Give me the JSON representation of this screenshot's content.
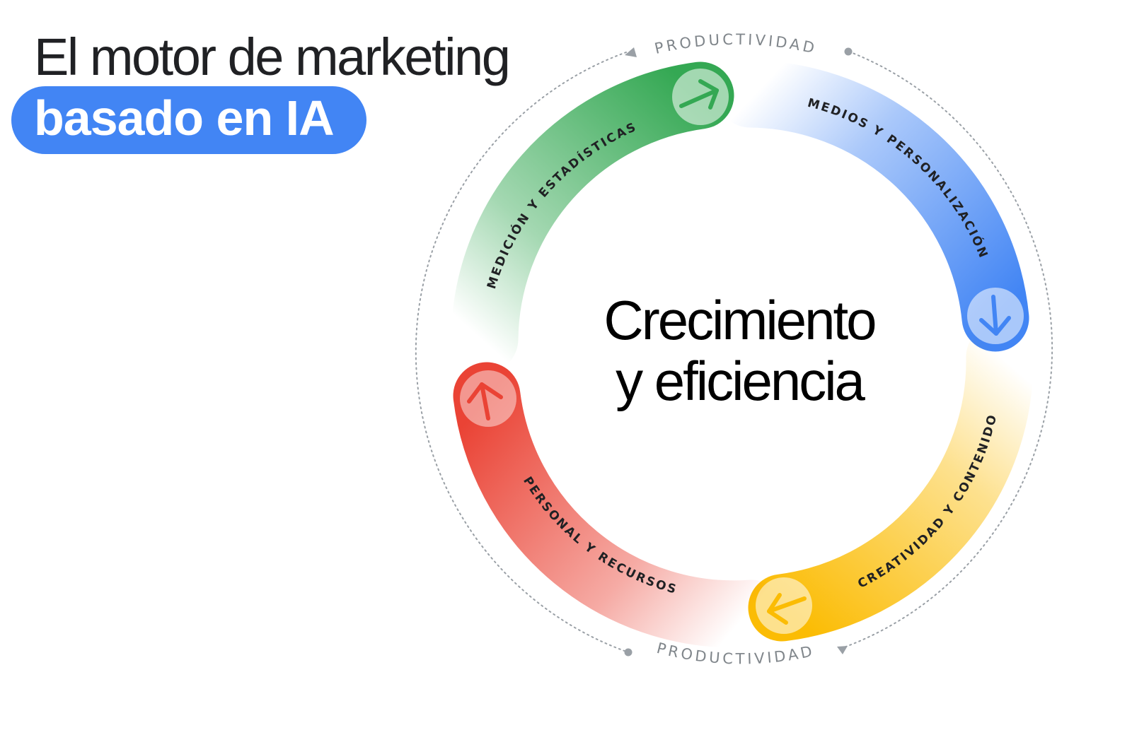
{
  "title": {
    "line1": "El motor de marketing",
    "line2": "basado en IA"
  },
  "center": {
    "line1": "Crecimiento",
    "line2": "y eficiencia"
  },
  "outer_labels": {
    "top": "PRODUCTIVIDAD",
    "bottom": "PRODUCTIVIDAD"
  },
  "segments": [
    {
      "id": "medicion",
      "label": "MEDICIÓN Y ESTADÍSTICAS",
      "color": "#34a853",
      "arrow": "right"
    },
    {
      "id": "medios",
      "label": "MEDIOS Y PERSONALIZACIÓN",
      "color": "#4285f4",
      "arrow": "down"
    },
    {
      "id": "creatividad",
      "label": "CREATIVIDAD Y CONTENIDO",
      "color": "#fbbc04",
      "arrow": "left"
    },
    {
      "id": "personal",
      "label": "PERSONAL Y RECURSOS",
      "color": "#ea4335",
      "arrow": "up"
    }
  ],
  "colors": {
    "accent_pill": "#4285f4",
    "dotted_ring": "#9aa0a6",
    "productividad_text": "#80868b"
  }
}
